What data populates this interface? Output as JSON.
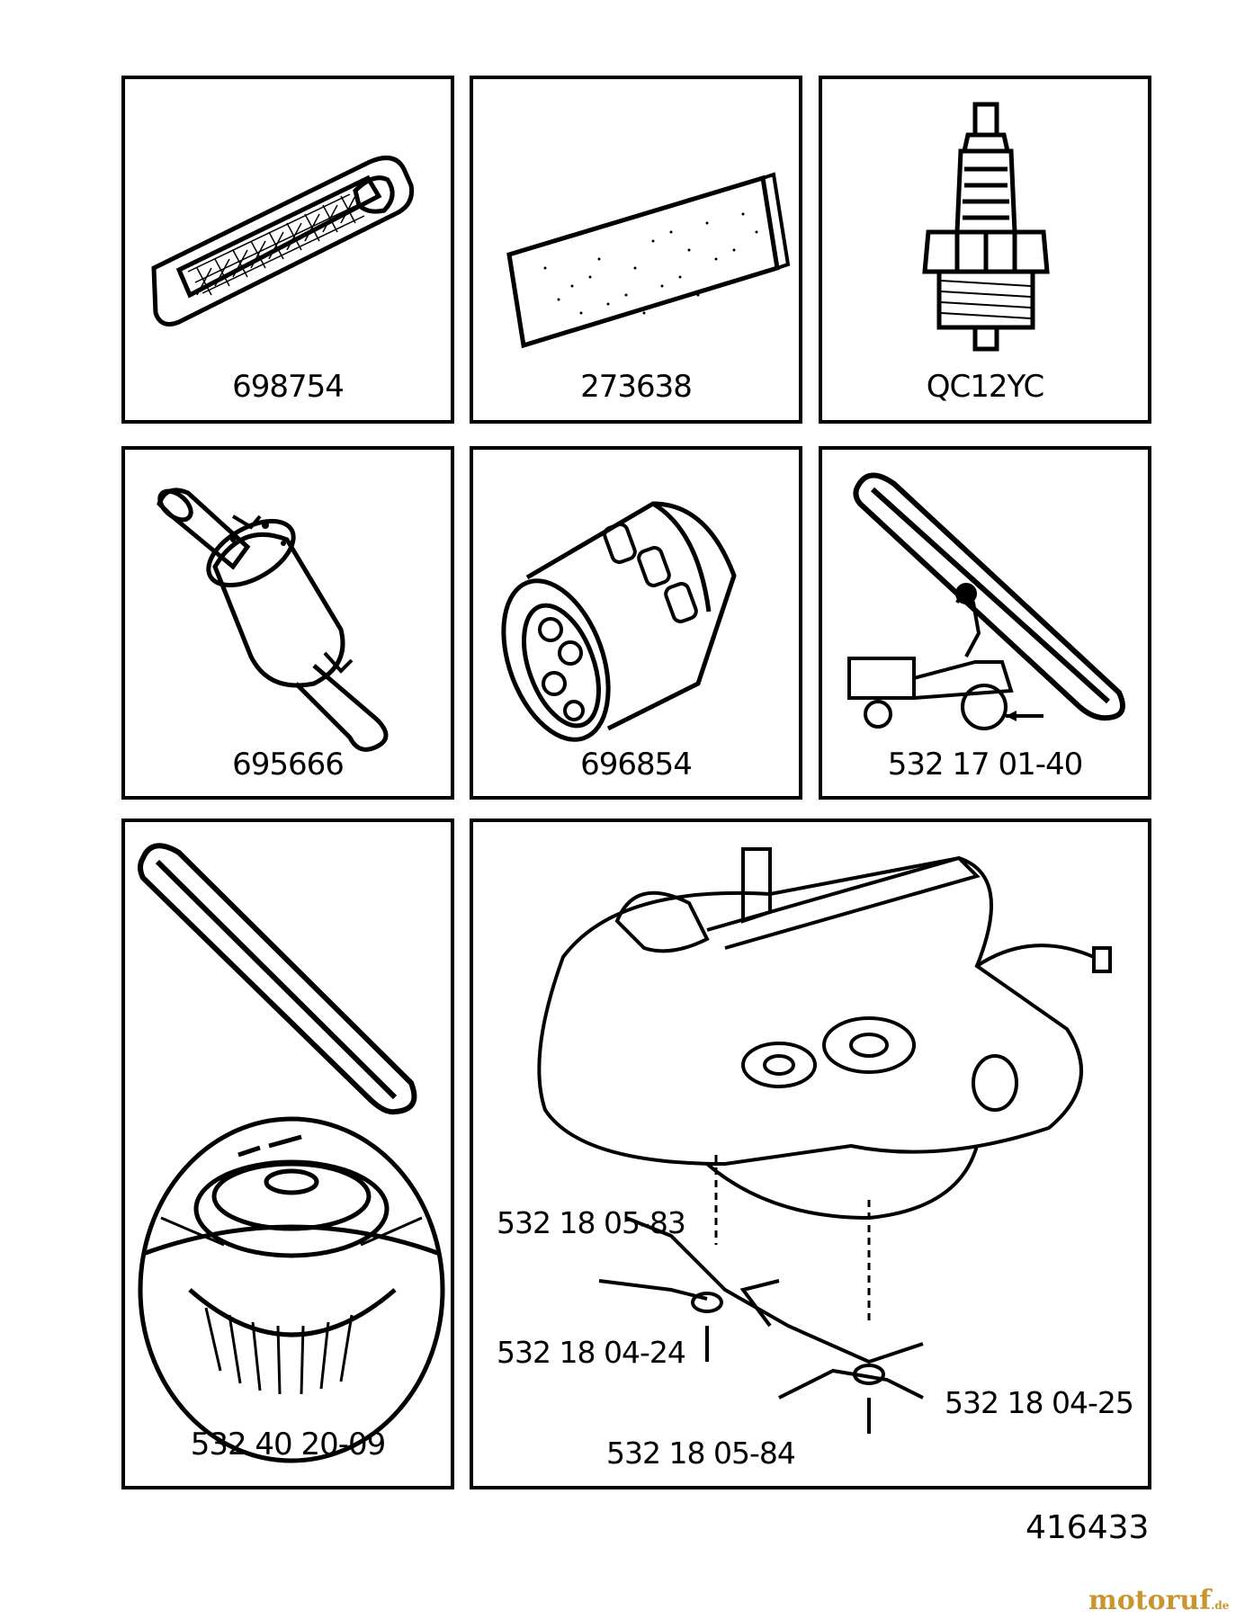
{
  "panels": [
    {
      "id": "air-filter",
      "part_number": "698754",
      "icon": "air-filter-icon"
    },
    {
      "id": "pre-filter",
      "part_number": "273638",
      "icon": "foam-pre-filter-icon"
    },
    {
      "id": "spark-plug",
      "part_number": "QC12YC",
      "icon": "spark-plug-icon"
    },
    {
      "id": "fuel-filter",
      "part_number": "695666",
      "icon": "fuel-filter-icon"
    },
    {
      "id": "oil-filter",
      "part_number": "696854",
      "icon": "oil-filter-icon"
    },
    {
      "id": "drive-belt",
      "part_number": "532 17 01-40",
      "icon": "drive-belt-icon"
    },
    {
      "id": "deck-belt-pulley",
      "part_number": "532 40 20-09",
      "icon": "belt-pulley-icon"
    }
  ],
  "mower_deck": {
    "icon": "mower-deck-icon",
    "callouts": [
      "532 18 05-83",
      "532 18 04-24",
      "532 18 04-25",
      "532 18 05-84"
    ]
  },
  "drawing_number": "416433",
  "watermark": {
    "main": "motoruf",
    "suffix": ".de"
  },
  "colors": {
    "line": "#000000",
    "watermark_gold": "#c9952e",
    "watermark_blue": "#2f6fb1"
  }
}
